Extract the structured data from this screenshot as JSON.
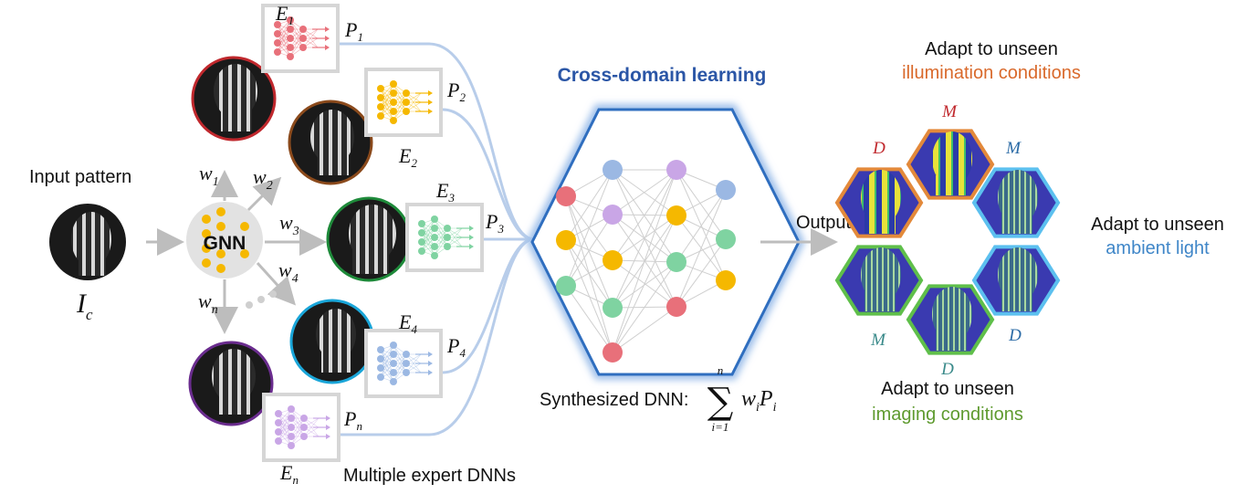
{
  "input": {
    "label": "Input pattern",
    "symbol": "I",
    "symbol_sub": "c"
  },
  "gnn": {
    "label": "GNN",
    "weights": [
      {
        "w": "w",
        "sub": "1"
      },
      {
        "w": "w",
        "sub": "2"
      },
      {
        "w": "w",
        "sub": "3"
      },
      {
        "w": "w",
        "sub": "4"
      },
      {
        "w": "w",
        "sub": "n"
      }
    ]
  },
  "experts": [
    {
      "name": "E",
      "sub": "1",
      "out": "P",
      "out_sub": "1",
      "color": "#e8707a",
      "ring": "#c0282d"
    },
    {
      "name": "E",
      "sub": "2",
      "out": "P",
      "out_sub": "2",
      "color": "#f5b800",
      "ring": "#8b4a1c"
    },
    {
      "name": "E",
      "sub": "3",
      "out": "P",
      "out_sub": "3",
      "color": "#7fd3a1",
      "ring": "#1e8a3a"
    },
    {
      "name": "E",
      "sub": "4",
      "out": "P",
      "out_sub": "4",
      "color": "#9bb8e3",
      "ring": "#1aa6d9"
    },
    {
      "name": "E",
      "sub": "n",
      "out": "P",
      "out_sub": "n",
      "color": "#c9a6e6",
      "ring": "#6a2c8e"
    }
  ],
  "experts_label": "Multiple expert DNNs",
  "center": {
    "title": "Cross-domain learning",
    "title_color": "#2b56a6",
    "synth_label": "Synthesized DNN:",
    "sum_upper": "n",
    "sum_lower": "i=1",
    "sum_term_w": "w",
    "sum_term_w_sub": "i",
    "sum_term_p": "P",
    "sum_term_p_sub": "i"
  },
  "output_label": "Output",
  "adapt": {
    "illumination": {
      "line1": "Adapt to unseen",
      "line2": "illumination conditions",
      "color": "#d9692b"
    },
    "ambient": {
      "line1": "Adapt to unseen",
      "line2": "ambient light",
      "color": "#3f86c8"
    },
    "imaging": {
      "line1": "Adapt to unseen",
      "line2": "imaging conditions",
      "color": "#5e9a2e"
    }
  },
  "hex_labels": [
    {
      "text": "D",
      "color": "#c0282d"
    },
    {
      "text": "M",
      "color": "#c0282d"
    },
    {
      "text": "M",
      "color": "#2b6ba6"
    },
    {
      "text": "D",
      "color": "#2b6ba6"
    },
    {
      "text": "D",
      "color": "#3a8a8a"
    },
    {
      "text": "M",
      "color": "#3a8a8a"
    }
  ],
  "dots": "• • •"
}
